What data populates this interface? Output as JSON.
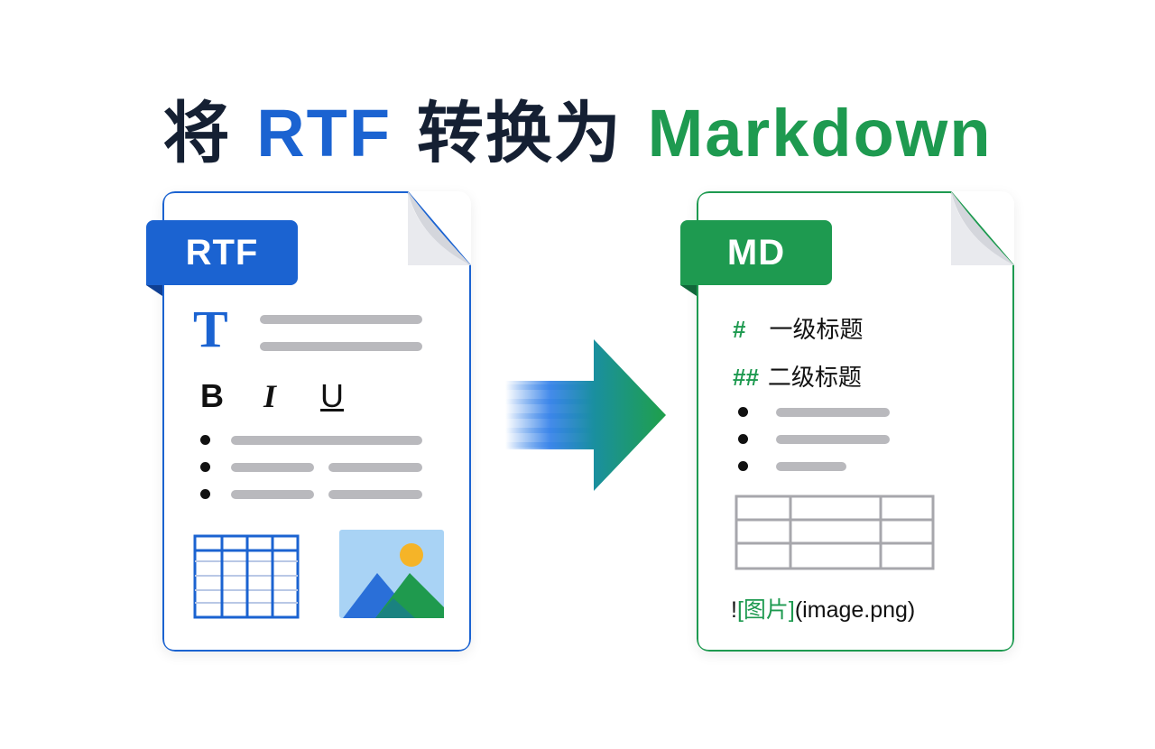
{
  "title": {
    "part1": "将 ",
    "part2": "RTF",
    "part3": " 转换为 ",
    "part4": "Markdown"
  },
  "colors": {
    "title_dark": "#152033",
    "rtf_blue": "#1b63d1",
    "md_green": "#1e9a50",
    "bar_gray": "#b9b9bd"
  },
  "rtf_doc": {
    "badge": "RTF",
    "text_icon": "T",
    "bold_label": "B",
    "italic_label": "I",
    "underline_label": "U",
    "icons": [
      "text-format-icon",
      "table-icon",
      "image-icon"
    ]
  },
  "md_doc": {
    "badge": "MD",
    "h1_mark": "#",
    "h1_text": "一级标题",
    "h2_mark": "##",
    "h2_text": "二级标题",
    "image_prefix": "!",
    "image_alt": "[图片]",
    "image_src": "(image.png)",
    "icons": [
      "table-icon"
    ]
  },
  "arrow": {
    "icon": "arrow-right-icon"
  }
}
